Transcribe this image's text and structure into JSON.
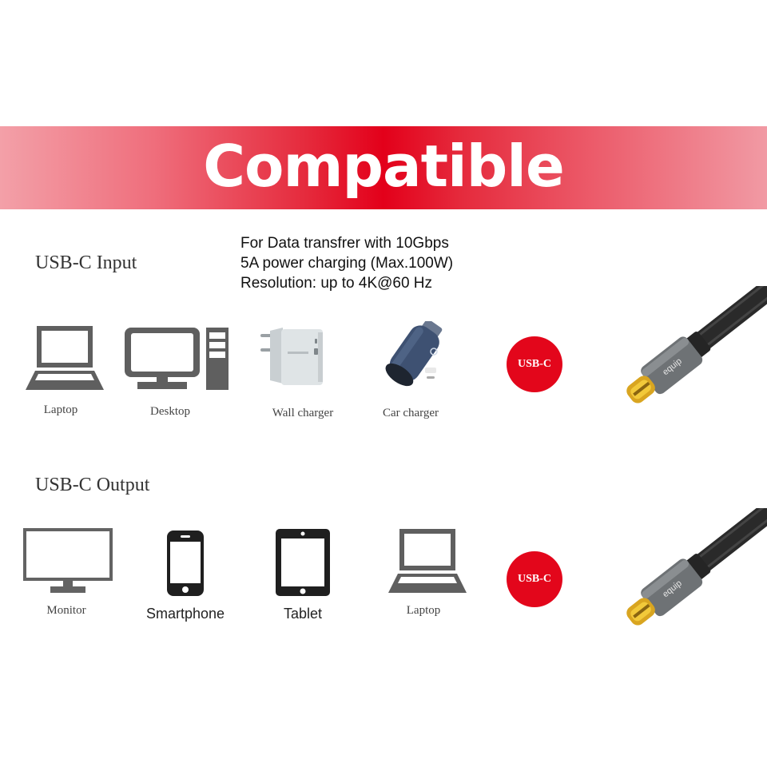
{
  "banner": {
    "title": "Compatible"
  },
  "specs": {
    "lines": [
      "For Data transfrer with 10Gbps",
      "5A power charging (Max.100W)",
      "Resolution: up to 4K@60 Hz"
    ]
  },
  "input": {
    "title": "USB-C Input",
    "devices": [
      {
        "label": "Laptop",
        "icon": "laptop-icon"
      },
      {
        "label": "Desktop",
        "icon": "desktop-icon"
      },
      {
        "label": "Wall charger",
        "icon": "wall-charger-image"
      },
      {
        "label": "Car charger",
        "icon": "car-charger-image"
      }
    ],
    "badge": "USB-C",
    "cable_brand": "equip"
  },
  "output": {
    "title": "USB-C Output",
    "devices": [
      {
        "label": "Monitor",
        "icon": "monitor-icon"
      },
      {
        "label": "Smartphone",
        "icon": "smartphone-icon"
      },
      {
        "label": "Tablet",
        "icon": "tablet-icon"
      },
      {
        "label": "Laptop",
        "icon": "laptop-icon"
      }
    ],
    "badge": "USB-C",
    "cable_brand": "equip"
  },
  "colors": {
    "accent_red": "#e3061b",
    "icon_gray": "#5f5f5f",
    "icon_black": "#1f1f1f"
  }
}
